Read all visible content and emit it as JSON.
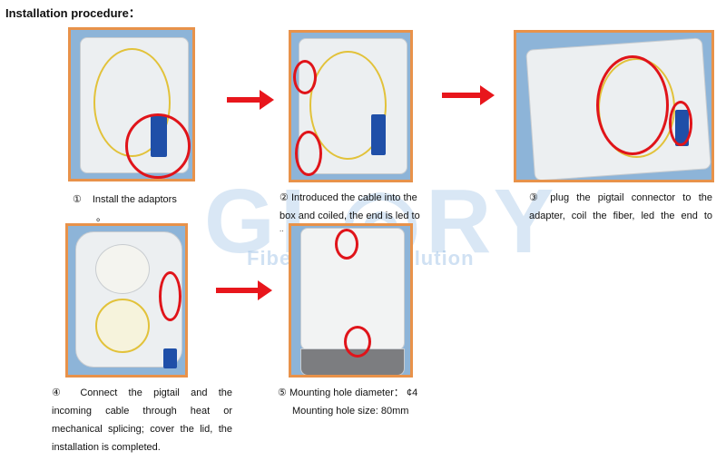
{
  "title": "Installation procedure：",
  "watermark": {
    "brand": "GLORY",
    "tagline": "Fiber Optical Solution"
  },
  "colors": {
    "photo_border": "#e8924a",
    "highlight": "#e0141a",
    "arrow": "#e8161c"
  },
  "steps": [
    {
      "num": "①",
      "lines": [
        "Install the adaptors",
        "。"
      ]
    },
    {
      "num": "②",
      "lines": [
        "Introduced the cable into the",
        "box and coiled, the end is led to",
        ".."
      ]
    },
    {
      "num": "③",
      "lines": [
        "plug the pigtail connector to the",
        "adapter, coil the fiber, led the end to"
      ]
    },
    {
      "num": "④",
      "lines": [
        "Connect the pigtail and the",
        "incoming cable through heat or",
        "mechanical splicing; cover the lid, the",
        "installation is completed."
      ]
    },
    {
      "num": "⑤",
      "lines": [
        "Mounting hole diameter： ¢4",
        "Mounting hole size: 80mm"
      ]
    }
  ]
}
